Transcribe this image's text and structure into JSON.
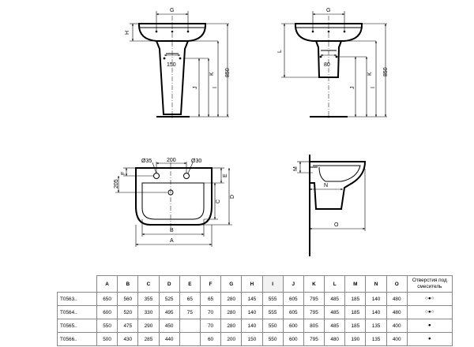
{
  "labels": {
    "G": "G",
    "H": "H",
    "L": "L",
    "K": "K",
    "J": "J",
    "I": "I",
    "v850": "850",
    "v150": "150",
    "v80": "80",
    "d35": "Ø35",
    "d200": "200",
    "d30": "Ø30",
    "v205": "205",
    "A": "A",
    "B": "B",
    "C": "C",
    "D": "D",
    "E": "E",
    "F": "F",
    "M": "M",
    "N": "N",
    "O": "O"
  },
  "table": {
    "columns": [
      "A",
      "B",
      "C",
      "D",
      "E",
      "F",
      "G",
      "H",
      "I",
      "J",
      "K",
      "L",
      "M",
      "N",
      "O"
    ],
    "note_header": "Отверстия под смеситель",
    "rows": [
      {
        "code": "T0563..",
        "cells": [
          "650",
          "560",
          "355",
          "525",
          "65",
          "65",
          "280",
          "145",
          "555",
          "605",
          "795",
          "485",
          "185",
          "140",
          "480"
        ],
        "note": "○●○"
      },
      {
        "code": "T0564..",
        "cells": [
          "600",
          "520",
          "330",
          "495",
          "75",
          "70",
          "280",
          "140",
          "555",
          "605",
          "795",
          "485",
          "185",
          "140",
          "480"
        ],
        "note": "○●○"
      },
      {
        "code": "T0565..",
        "cells": [
          "550",
          "475",
          "290",
          "450",
          "",
          "70",
          "280",
          "140",
          "550",
          "600",
          "805",
          "485",
          "185",
          "135",
          "400"
        ],
        "note": "●"
      },
      {
        "code": "T0566..",
        "cells": [
          "500",
          "430",
          "285",
          "440",
          "",
          "60",
          "200",
          "150",
          "550",
          "600",
          "795",
          "480",
          "190",
          "135",
          "400"
        ],
        "note": "●"
      }
    ]
  }
}
